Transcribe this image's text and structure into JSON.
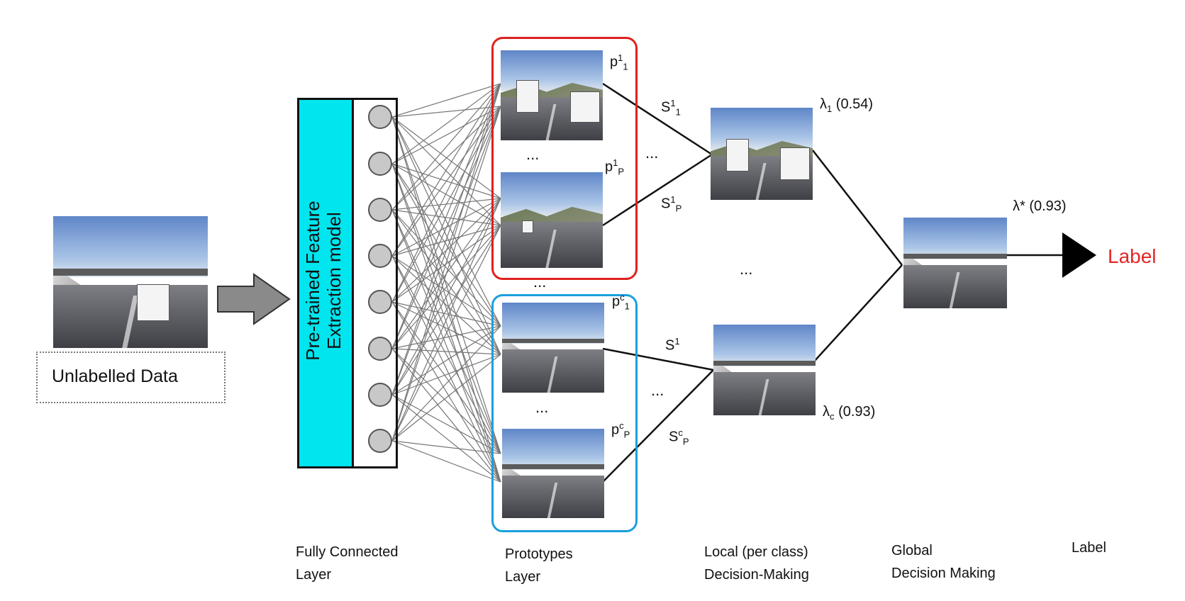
{
  "input_label": "Unlabelled Data",
  "feature_model_lines": [
    "Pre-trained Feature",
    "Extraction model"
  ],
  "prototype_labels": {
    "p1_1": {
      "base": "p",
      "sup": "1",
      "sub": "1"
    },
    "p1_P": {
      "base": "p",
      "sup": "1",
      "sub": "P"
    },
    "pc_1": {
      "base": "p",
      "sup": "c",
      "sub": "1"
    },
    "pc_P": {
      "base": "p",
      "sup": "c",
      "sub": "P"
    }
  },
  "similarity_labels": {
    "s1_1": {
      "base": "S",
      "sup": "1",
      "sub": "1"
    },
    "s1_P": {
      "base": "S",
      "sup": "1",
      "sub": "P"
    },
    "sc_1": {
      "base": "S",
      "sup": "1",
      "sub": ""
    },
    "sc_P": {
      "base": "S",
      "sup": "c",
      "sub": "P"
    }
  },
  "ellipsis": "...",
  "local_scores": {
    "lambda_1": {
      "symbol": "λ",
      "sub": "1",
      "value": "(0.54)"
    },
    "lambda_c": {
      "symbol": "λ",
      "sub": "c",
      "value": "(0.93)"
    }
  },
  "global_score": "λ* (0.93)",
  "output_label": "Label",
  "bottom_labels": {
    "fc": [
      "Fully Connected",
      "Layer"
    ],
    "proto": [
      "Prototypes",
      "Layer"
    ],
    "local": [
      "Local (per class)",
      "Decision-Making"
    ],
    "global": [
      "Global",
      "Decision Making"
    ],
    "label": "Label"
  },
  "colors": {
    "red_box": "#e02020",
    "blue_box": "#1aa0dd",
    "cyan_block": "#00e5ee",
    "label_red": "#e32626"
  }
}
